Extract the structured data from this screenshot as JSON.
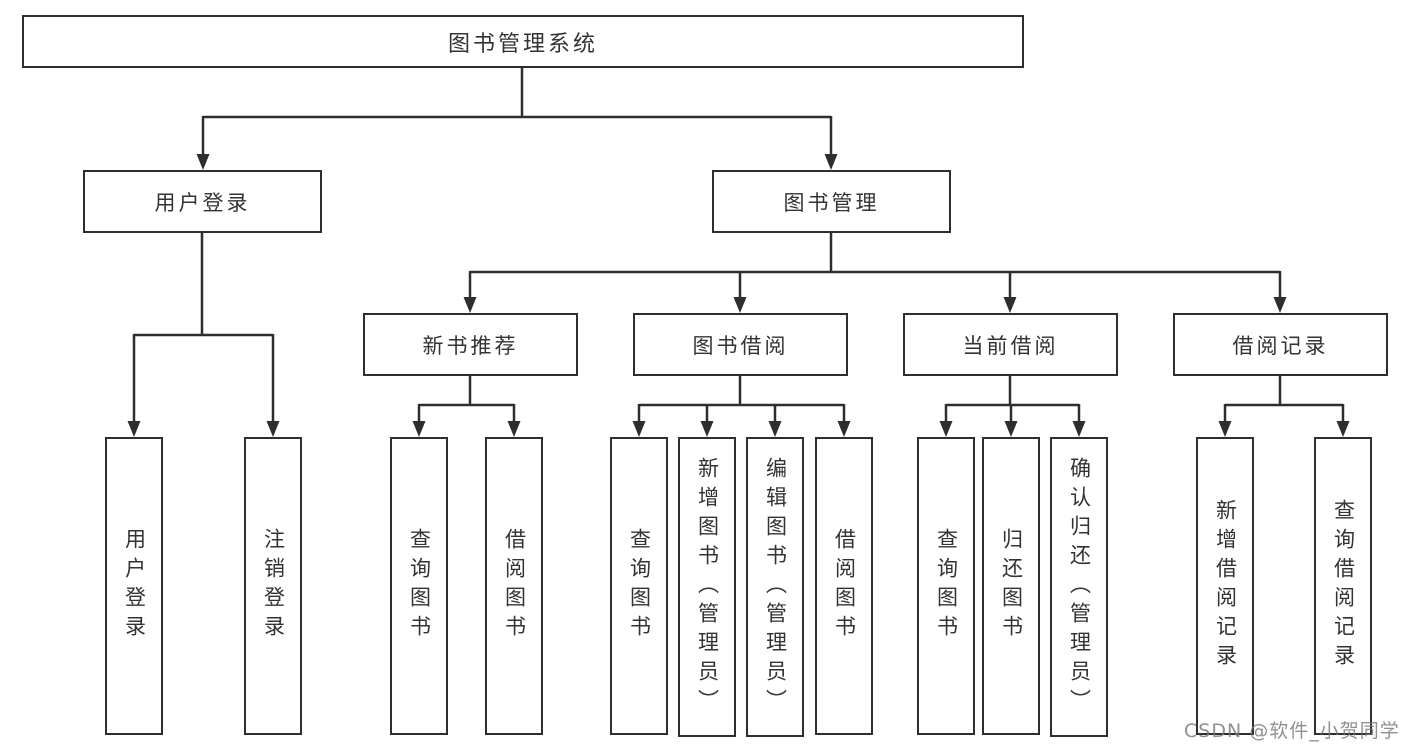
{
  "diagram": {
    "root": {
      "label": "图书管理系统"
    },
    "branches": [
      {
        "label": "用户登录",
        "children": [
          {
            "label": "用户登录"
          },
          {
            "label": "注销登录"
          }
        ]
      },
      {
        "label": "图书管理",
        "children": [
          {
            "label": "新书推荐",
            "children": [
              {
                "label": "查询图书"
              },
              {
                "label": "借阅图书"
              }
            ]
          },
          {
            "label": "图书借阅",
            "children": [
              {
                "label": "查询图书"
              },
              {
                "label": "新增图书（管理员）"
              },
              {
                "label": "编辑图书（管理员）"
              },
              {
                "label": "借阅图书"
              }
            ]
          },
          {
            "label": "当前借阅",
            "children": [
              {
                "label": "查询图书"
              },
              {
                "label": "归还图书"
              },
              {
                "label": "确认归还（管理员）"
              }
            ]
          },
          {
            "label": "借阅记录",
            "children": [
              {
                "label": "新增借阅记录"
              },
              {
                "label": "查询借阅记录"
              }
            ]
          }
        ]
      }
    ]
  },
  "watermark": {
    "text": "CSDN @软件_小贺同学"
  },
  "colors": {
    "background": "#ffffff",
    "line": "#2e2e2e",
    "box_border": "#2e2e2e",
    "text": "#333333",
    "watermark": "#76767c"
  }
}
